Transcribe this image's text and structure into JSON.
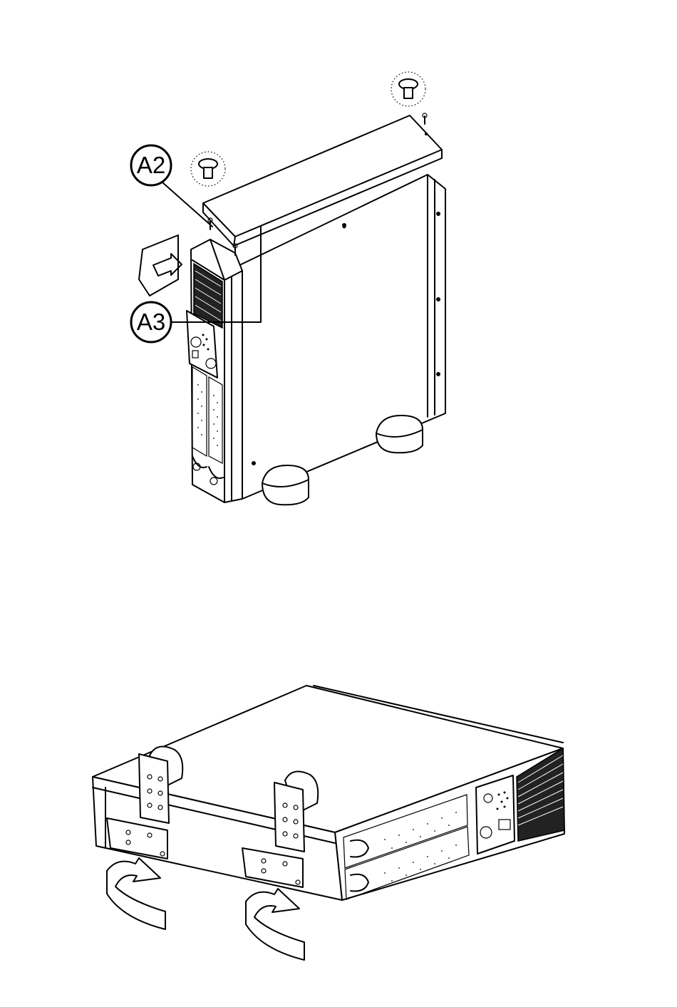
{
  "figure_top": {
    "callouts": [
      {
        "id": "a2",
        "label": "A2"
      },
      {
        "id": "a3",
        "label": "A3"
      }
    ],
    "parts": [
      "top-cover-panel",
      "side-trim-panel",
      "screw-icon",
      "foot-stand-icon",
      "front-bezel",
      "lcd-control-panel"
    ]
  },
  "figure_bottom": {
    "parts": [
      "rack-mount-bracket",
      "rotate-arrow-icon",
      "battery-door",
      "lcd-control-panel",
      "vent-grille"
    ]
  }
}
